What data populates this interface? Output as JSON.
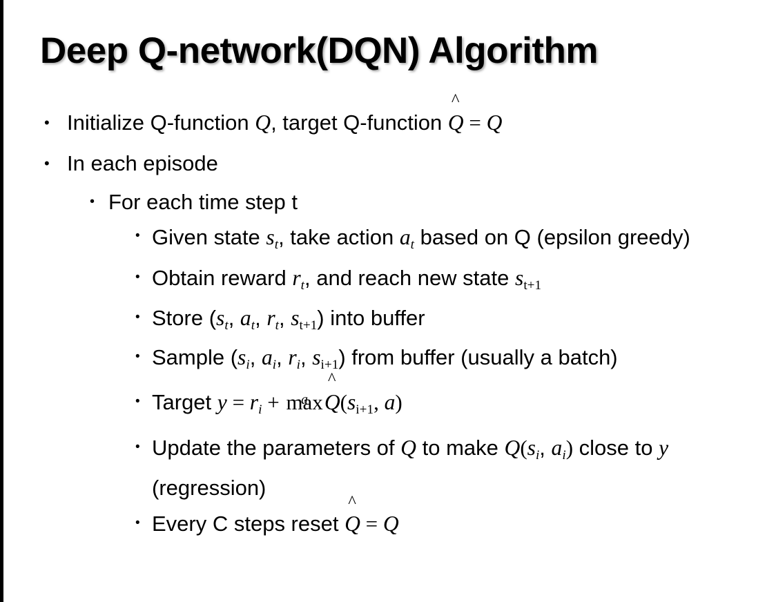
{
  "slide": {
    "title": "Deep Q-network(DQN) Algorithm",
    "background_color": "#ffffff",
    "text_color": "#000000",
    "left_edge_bar_color": "#000000"
  },
  "bullets": {
    "l1_initialize": {
      "level": 1,
      "marker": "•",
      "pre": "Initialize Q-function ",
      "var_q1": "Q",
      "mid": ", target Q-function ",
      "qhat": "Q",
      "hat": "̂",
      "eq": " = ",
      "var_q2": "Q"
    },
    "l1_each_episode": {
      "level": 1,
      "marker": "•",
      "text": "In each episode"
    },
    "l2_time_step": {
      "level": 2,
      "marker": "•",
      "text": "For each time step t"
    },
    "l3_given_state": {
      "level": 3,
      "marker": "•",
      "pre": "Given state ",
      "var_s": "s",
      "sub_s": "t",
      "mid": ", take action ",
      "var_a": "a",
      "sub_a": "t",
      "post": " based on Q (epsilon greedy)"
    },
    "l3_obtain_reward": {
      "level": 3,
      "marker": "•",
      "pre": "Obtain reward ",
      "var_r": "r",
      "sub_r": "t",
      "mid": ", and reach new state ",
      "var_s": "s",
      "sub_s": "t+1"
    },
    "l3_store": {
      "level": 3,
      "marker": "•",
      "pre": "Store (",
      "v1": "s",
      "s1": "t",
      "c1": ", ",
      "v2": "a",
      "s2": "t",
      "c2": ", ",
      "v3": "r",
      "s3": "t",
      "c3": ", ",
      "v4": "s",
      "s4": "t+1",
      "post": ") into buffer"
    },
    "l3_sample": {
      "level": 3,
      "marker": "•",
      "pre": "Sample (",
      "v1": "s",
      "s1": "i",
      "c1": ", ",
      "v2": "a",
      "s2": "i",
      "c2": ", ",
      "v3": "r",
      "s3": "i",
      "c3": ", ",
      "v4": "s",
      "s4": "i+1",
      "post": ") from buffer (usually a batch)"
    },
    "l3_target": {
      "level": 3,
      "marker": "•",
      "pre": "Target ",
      "var_y": "y",
      "eq": " = ",
      "var_r": "r",
      "sub_r": "i",
      "plus": " + ",
      "maxop": "max",
      "max_sub": "a",
      "qhat": "Q",
      "hat": "̂",
      "open": "(",
      "var_s": "s",
      "sub_s": "i+1",
      "comma": ", ",
      "var_a": "a",
      "close": ")"
    },
    "l3_update": {
      "level": 3,
      "marker": "•",
      "pre": "Update the parameters of ",
      "var_q1": "Q",
      "mid": " to make ",
      "var_q2": "Q",
      "open": "(",
      "v1": "s",
      "s1": "i",
      "c1": ", ",
      "v2": "a",
      "s2": "i",
      "close": ")",
      "post": " close to ",
      "var_y": "y",
      "tail": " (regression)"
    },
    "l3_reset": {
      "level": 3,
      "marker": "•",
      "pre": "Every C steps reset ",
      "qhat": "Q",
      "hat": "̂",
      "eq": " = ",
      "var_q": "Q"
    }
  }
}
